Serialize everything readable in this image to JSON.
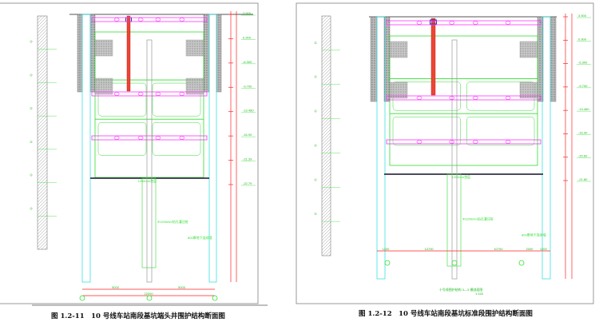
{
  "figures": [
    {
      "caption": "图 1.2-11　10 号线车站南段基坑端头井围护结构断面图",
      "dims_bottom": [
        "9000",
        "9000",
        "22000"
      ],
      "elevations": [
        "3.900",
        "0.900",
        "-6.300",
        "-9.700",
        "-13.480",
        "-16.90",
        "-21.39",
        "-22.79"
      ],
      "labels": [
        "1200mm垫层",
        "Φ1200mm钻孔灌注桩",
        "800厚地下连续墙"
      ]
    },
    {
      "caption": "图 1.2-12　10 号线车站南段基坑标准段围护结构断面图",
      "dims_bottom": [
        "1200",
        "10700",
        "10700",
        "2000",
        "1200"
      ],
      "elevations": [
        "3.900",
        "0.900",
        "-6.300",
        "-9.700",
        "-13.480",
        "-16.90",
        "-20.60",
        "-21.80"
      ],
      "labels": [
        "1200mm垫层",
        "Φ1200mm钻孔灌注桩",
        "800厚地下连续墙"
      ],
      "title_note": "十号线围护结构 3—3 横剖面图",
      "scale_note": "1:150"
    }
  ],
  "colors": {
    "structure": "#33dd33",
    "strut": "#ff33ff",
    "dimension": "#ff2222",
    "pile": "#22dddd",
    "wall": "#888888"
  }
}
